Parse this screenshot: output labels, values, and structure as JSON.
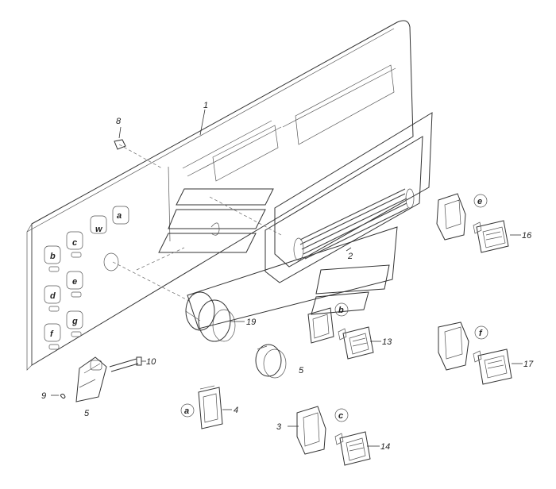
{
  "callouts": {
    "c1": "1",
    "c2": "2",
    "c3": "3",
    "c4": "4",
    "c5a": "5",
    "c5b": "5",
    "c8": "8",
    "c9": "9",
    "c10": "10",
    "c13": "13",
    "c14": "14",
    "c16": "16",
    "c17": "17",
    "c19": "19"
  },
  "letters": {
    "panel_a": "a",
    "panel_w": "w",
    "panel_c": "c",
    "panel_b": "b",
    "panel_d": "d",
    "panel_e": "e",
    "panel_f": "f",
    "panel_g": "g",
    "sw_e": "e",
    "sw_b": "b",
    "sw_f": "f",
    "sw_a": "a",
    "sw_c": "c"
  }
}
